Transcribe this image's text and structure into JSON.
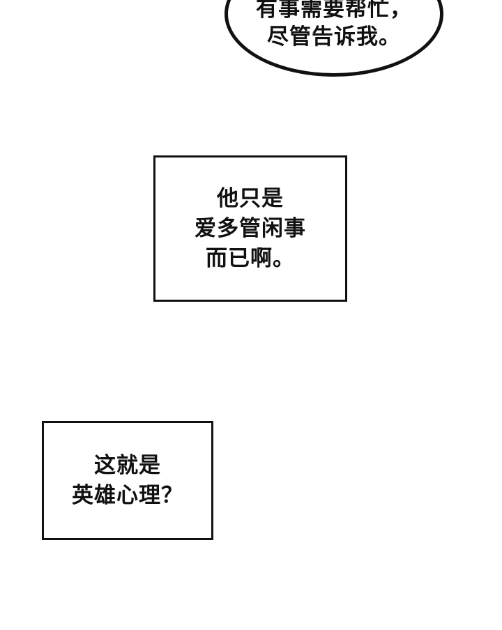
{
  "speech_bubble": {
    "lines": [
      "有事需要帮忙，",
      "尽管告诉我。"
    ]
  },
  "caption_1": {
    "lines": [
      "他只是",
      "爱多管闲事",
      "而已啊。"
    ]
  },
  "caption_2": {
    "lines": [
      "这就是",
      "英雄心理？"
    ]
  }
}
